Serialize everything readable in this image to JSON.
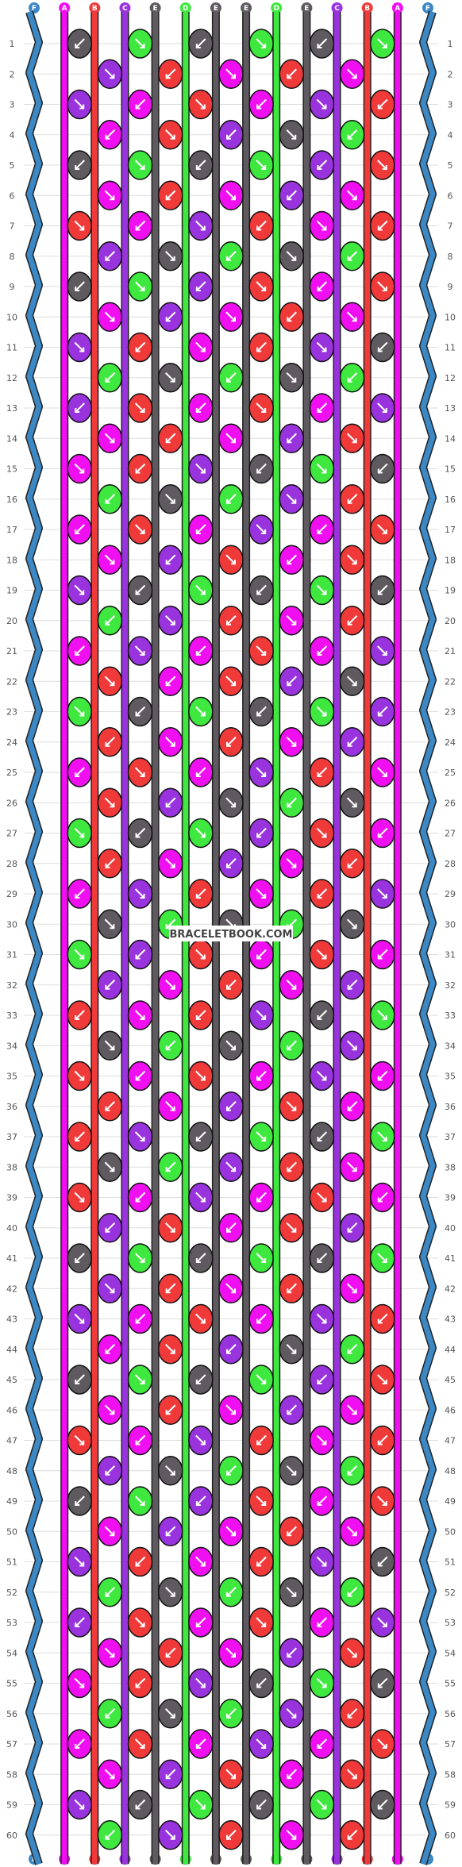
{
  "watermark": "BRACELETBOOK.COM",
  "rows": 60,
  "strings": {
    "labels": [
      "F",
      "A",
      "B",
      "C",
      "E",
      "D",
      "E",
      "E",
      "D",
      "E",
      "C",
      "B",
      "A",
      "F"
    ],
    "colors": {
      "F": "#3b88c4",
      "A": "#f00ff0",
      "B": "#f03a3a",
      "C": "#9933dd",
      "D": "#3ee83e",
      "E": "#5e5a60"
    }
  },
  "knot_colors": [
    "E",
    "D",
    "E",
    "D",
    "E",
    "D",
    "C",
    "B",
    "A",
    "B",
    "A",
    "C",
    "A",
    "B",
    "A",
    "C",
    "B",
    "A",
    "B",
    "C"
  ],
  "background": "#ffffff",
  "gridline": "#dddddd"
}
